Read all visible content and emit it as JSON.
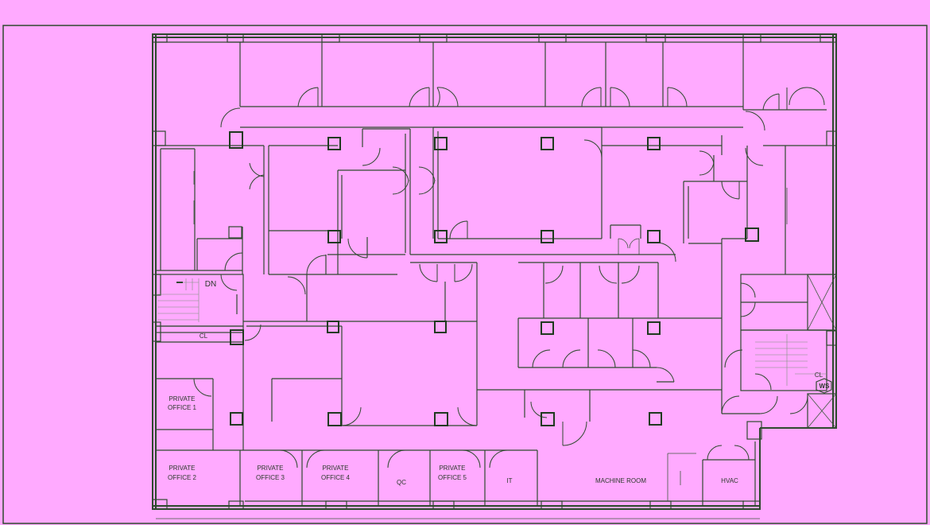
{
  "rooms": {
    "private_office_1": [
      "PRIVATE",
      "OFFICE 1"
    ],
    "private_office_2": [
      "PRIVATE",
      "OFFICE 2"
    ],
    "private_office_3": [
      "PRIVATE",
      "OFFICE 3"
    ],
    "private_office_4": [
      "PRIVATE",
      "OFFICE 4"
    ],
    "private_office_5": [
      "PRIVATE",
      "OFFICE 5"
    ],
    "qc": "QC",
    "it": "IT",
    "machine_room": "MACHINE ROOM",
    "hvac": "HVAC"
  },
  "markers": {
    "stair_down": "DN",
    "closet_left": "CL",
    "closet_right": "CL",
    "ws": "WS"
  },
  "colors": {
    "background": "#ffaaff",
    "linework": "#2e4a2e"
  }
}
